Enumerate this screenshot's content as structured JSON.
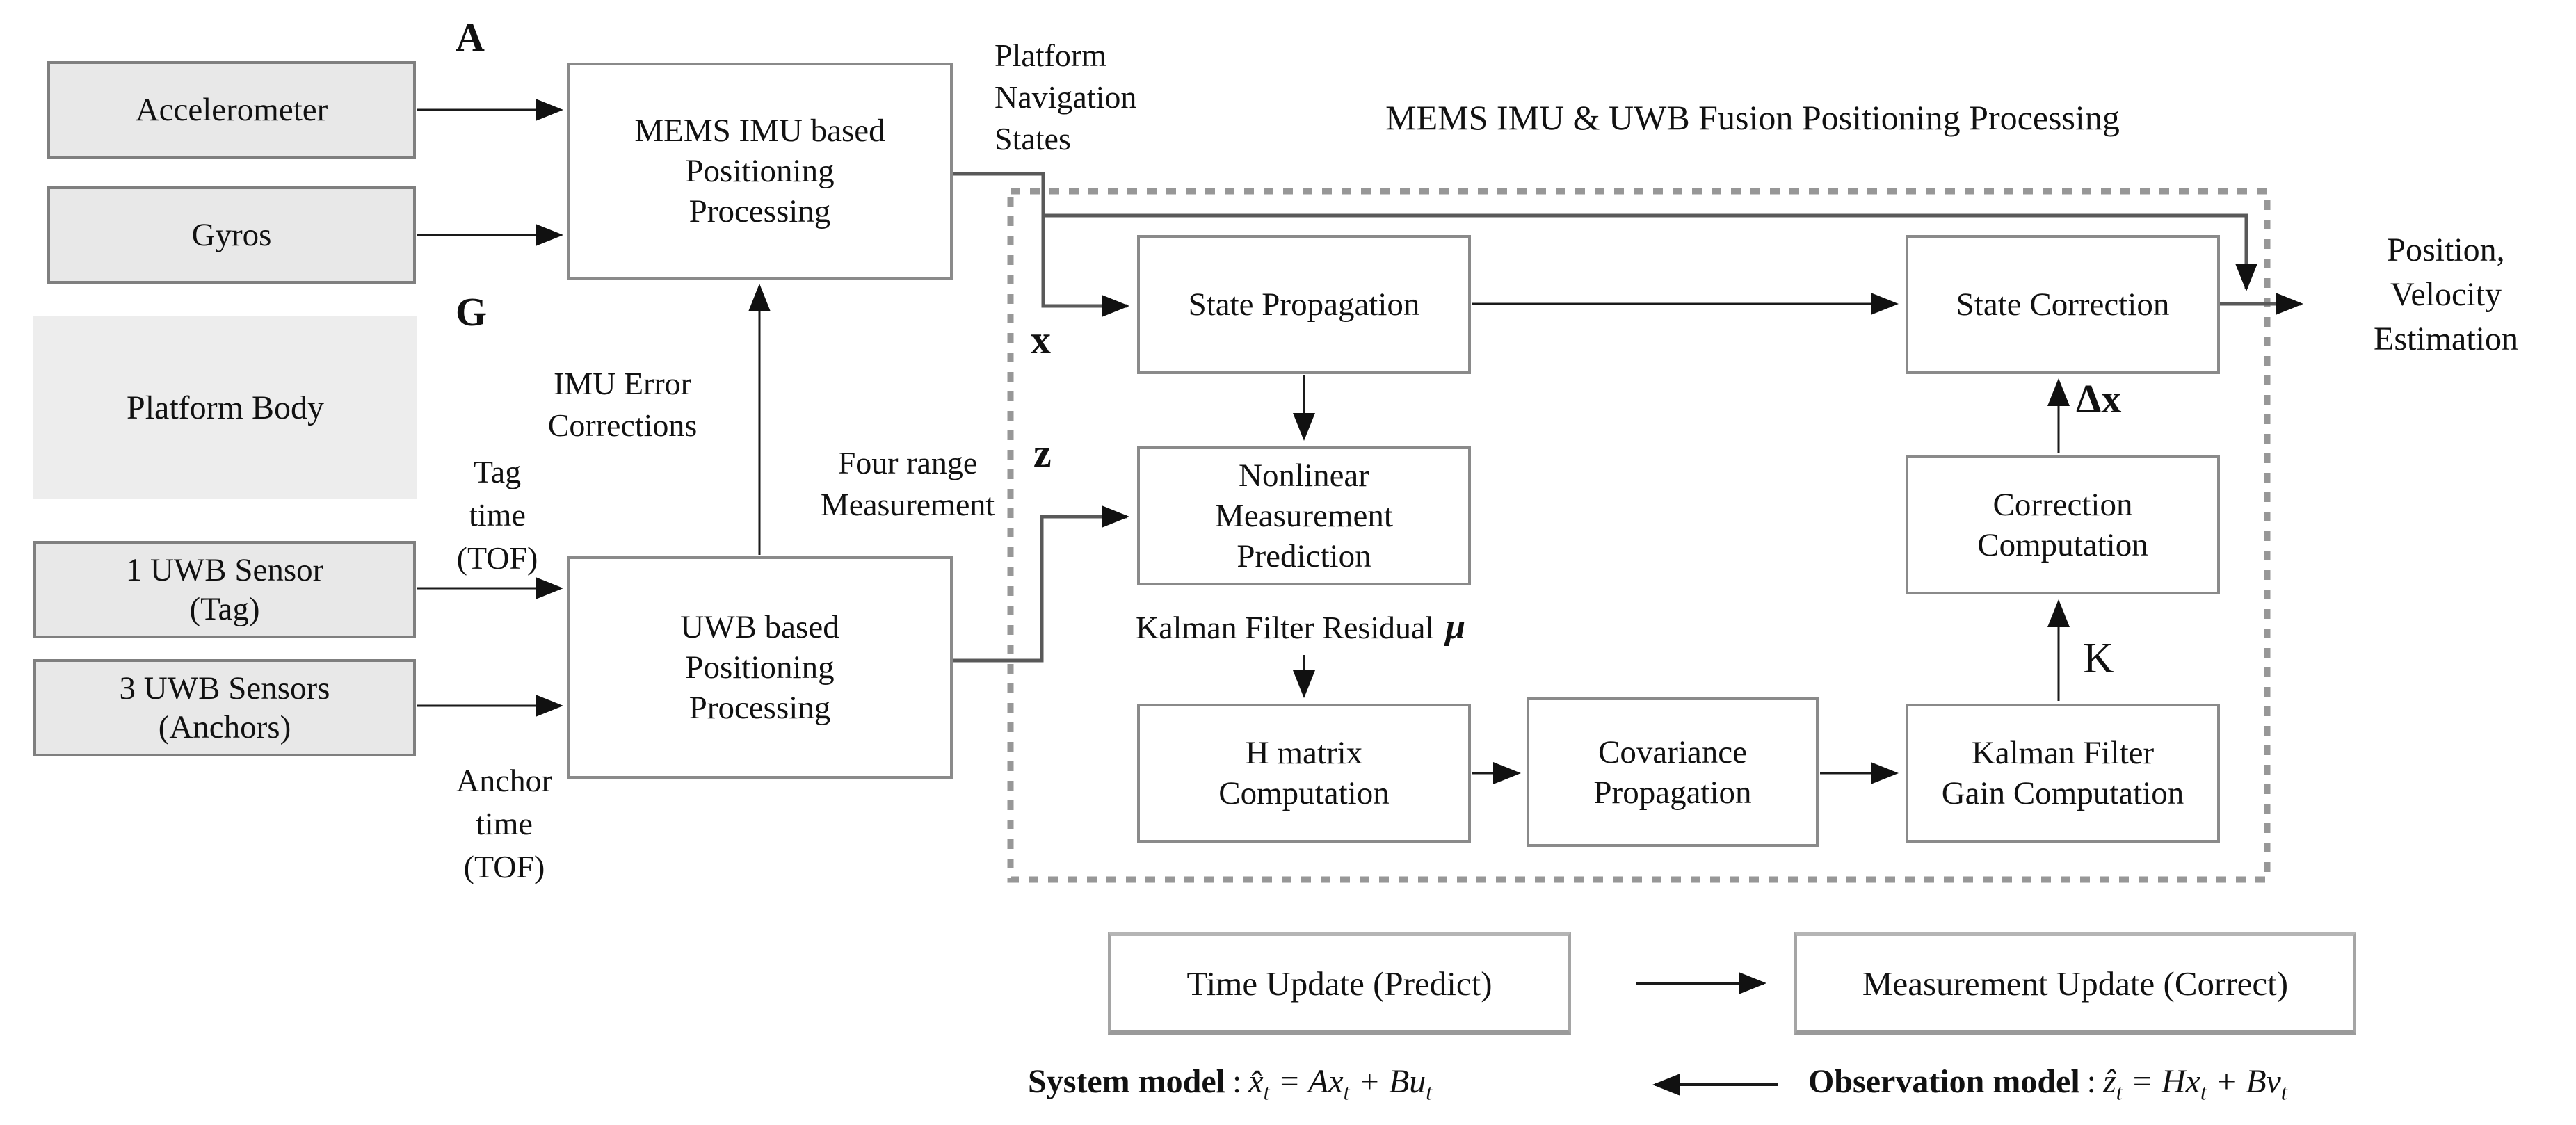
{
  "title": "MEMS IMU & UWB Fusion Positioning Processing",
  "colors": {
    "sensor_fill": "#e8e8e8",
    "sensor_border": "#7f7f7f",
    "proc_border": "#8a8a8a",
    "dashed_border": "#979797",
    "wire_gray": "#595959",
    "wire_black": "#1a1a1a"
  },
  "sensors": {
    "accelerometer": "Accelerometer",
    "gyros": "Gyros",
    "platform_body": "Platform Body",
    "uwb_tag": "1 UWB Sensor\n(Tag)",
    "uwb_anchors": "3 UWB Sensors\n(Anchors)"
  },
  "signal_labels": {
    "a": "A",
    "g": "G",
    "x": "x",
    "z": "z",
    "delta_x": "Δx",
    "k": "K",
    "mu": "μ",
    "platform_nav_states": "Platform\nNavigation\nStates",
    "imu_error_corrections": "IMU Error\nCorrections",
    "tag_time": "Tag\ntime\n(TOF)",
    "anchor_time": "Anchor\ntime\n(TOF)",
    "four_range": "Four range\nMeasurement",
    "kalman_residual": "Kalman Filter Residual",
    "output_estimation": "Position,\nVelocity\nEstimation"
  },
  "blocks": {
    "mems": "MEMS IMU based\nPositioning\nProcessing",
    "uwb": "UWB based\nPositioning\nProcessing",
    "state_propagation": "State Propagation",
    "state_correction": "State Correction",
    "nonlinear": "Nonlinear\nMeasurement\nPrediction",
    "correction": "Correction\nComputation",
    "h_matrix": "H matrix\nComputation",
    "covariance": "Covariance\nPropagation",
    "kalman_gain": "Kalman Filter\nGain Computation"
  },
  "legend": {
    "time_update": "Time Update (Predict)",
    "measurement_update": "Measurement Update (Correct)"
  },
  "formulas": {
    "colon": ":",
    "system_label": "System model",
    "system": {
      "p1": "x̂",
      "s1": "t",
      "p2": " = Ax",
      "s2": "t",
      "p3": " + Bu",
      "s3": "t"
    },
    "observation_label": "Observation model",
    "observation": {
      "p1": "ẑ",
      "s1": "t",
      "p2": " = Hx",
      "s2": "t",
      "p3": " + Bv",
      "s3": "t"
    }
  }
}
